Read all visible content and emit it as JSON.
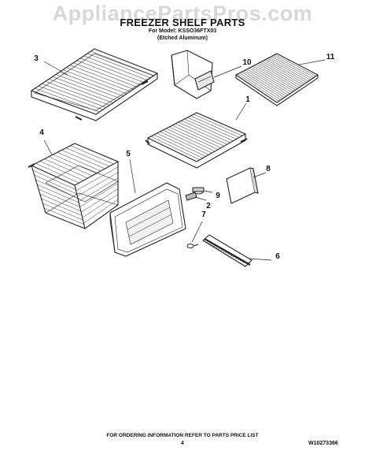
{
  "watermark": "AppliancePartsPros.com",
  "header": {
    "title": "FREEZER SHELF PARTS",
    "model_line": "For Model: KSSO36FTX03",
    "finish_line": "(Etched Aluminum)"
  },
  "callouts": {
    "c1": "1",
    "c2": "2",
    "c3": "3",
    "c4": "4",
    "c5": "5",
    "c6": "6",
    "c7": "7",
    "c8": "8",
    "c9": "9",
    "c10": "10",
    "c11": "11"
  },
  "footer": {
    "ordering_note": "FOR ORDERING INFORMATION REFER TO PARTS PRICE LIST",
    "page_number": "4",
    "document_number": "W10273366"
  },
  "colors": {
    "line": "#222222",
    "wire": "#333333",
    "watermark": "#d8d8d8"
  }
}
